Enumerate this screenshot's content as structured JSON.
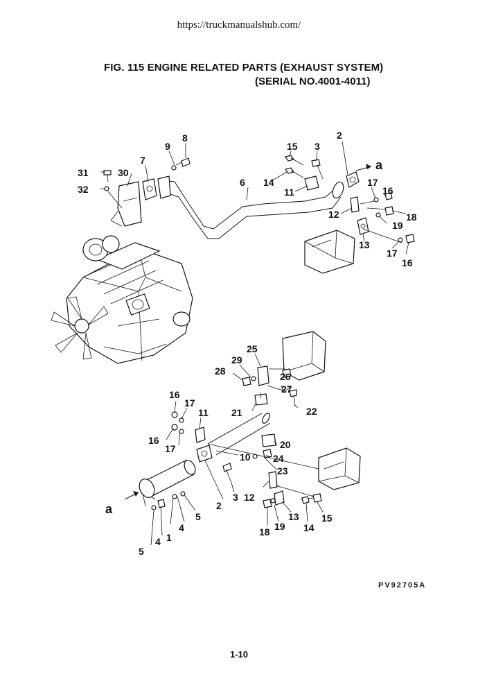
{
  "header": {
    "url": "https://truckmanualshub.com/"
  },
  "figure": {
    "title_line1": "FIG. 115 ENGINE RELATED PARTS (EXHAUST SYSTEM)",
    "title_line2": "(SERIAL NO.4001-4011)",
    "drawing_code": "PV92705A",
    "page_number": "1-10"
  },
  "callouts": {
    "upper": [
      "31",
      "32",
      "30",
      "7",
      "9",
      "8",
      "6",
      "15",
      "3",
      "14",
      "11",
      "2",
      "a",
      "17",
      "16",
      "12",
      "18",
      "19",
      "13",
      "17",
      "16"
    ],
    "lower": [
      "25",
      "29",
      "28",
      "26",
      "27",
      "22",
      "21",
      "16",
      "17",
      "11",
      "16",
      "17",
      "20",
      "10",
      "24",
      "23",
      "12",
      "2",
      "3",
      "a",
      "5",
      "4",
      "1",
      "4",
      "5",
      "13",
      "15",
      "18",
      "19",
      "14"
    ]
  }
}
